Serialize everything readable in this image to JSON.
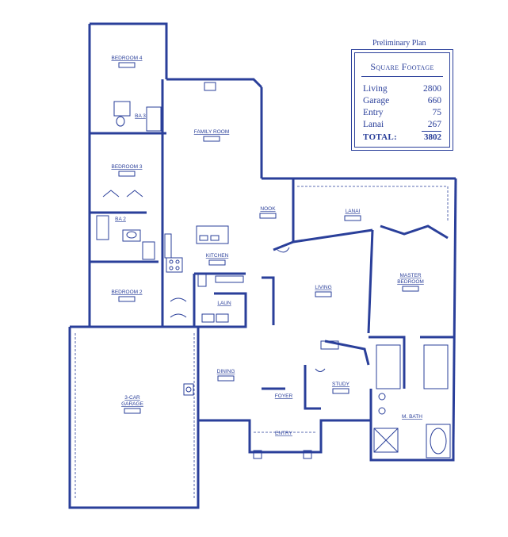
{
  "header": {
    "preliminary": "Preliminary Plan"
  },
  "square_footage": {
    "title": "Square Footage",
    "rows": [
      {
        "label": "Living",
        "value": "2800"
      },
      {
        "label": "Garage",
        "value": "660"
      },
      {
        "label": "Entry",
        "value": "75"
      },
      {
        "label": "Lanai",
        "value": "267"
      }
    ],
    "total": {
      "label": "TOTAL:",
      "value": "3802"
    }
  },
  "rooms": {
    "bedroom4": "BEDROOM 4",
    "ba3": "BA 3",
    "family_room": "FAMILY ROOM",
    "bedroom3": "BEDROOM 3",
    "ba2": "BA 2",
    "nook": "NOOK",
    "lanai": "LANAI",
    "kitchen": "KITCHEN",
    "master_bedroom_1": "MASTER",
    "master_bedroom_2": "BEDROOM",
    "living": "LIVING",
    "bedroom2": "BEDROOM 2",
    "laun": "LAUN",
    "dining": "DINING",
    "study": "STUDY",
    "foyer": "FOYER",
    "garage_1": "3-CAR",
    "garage_2": "GARAGE",
    "m_bath": "M. BATH",
    "entry": "ENTRY"
  },
  "colors": {
    "ink": "#2a3f9a",
    "paper": "#ffffff"
  }
}
